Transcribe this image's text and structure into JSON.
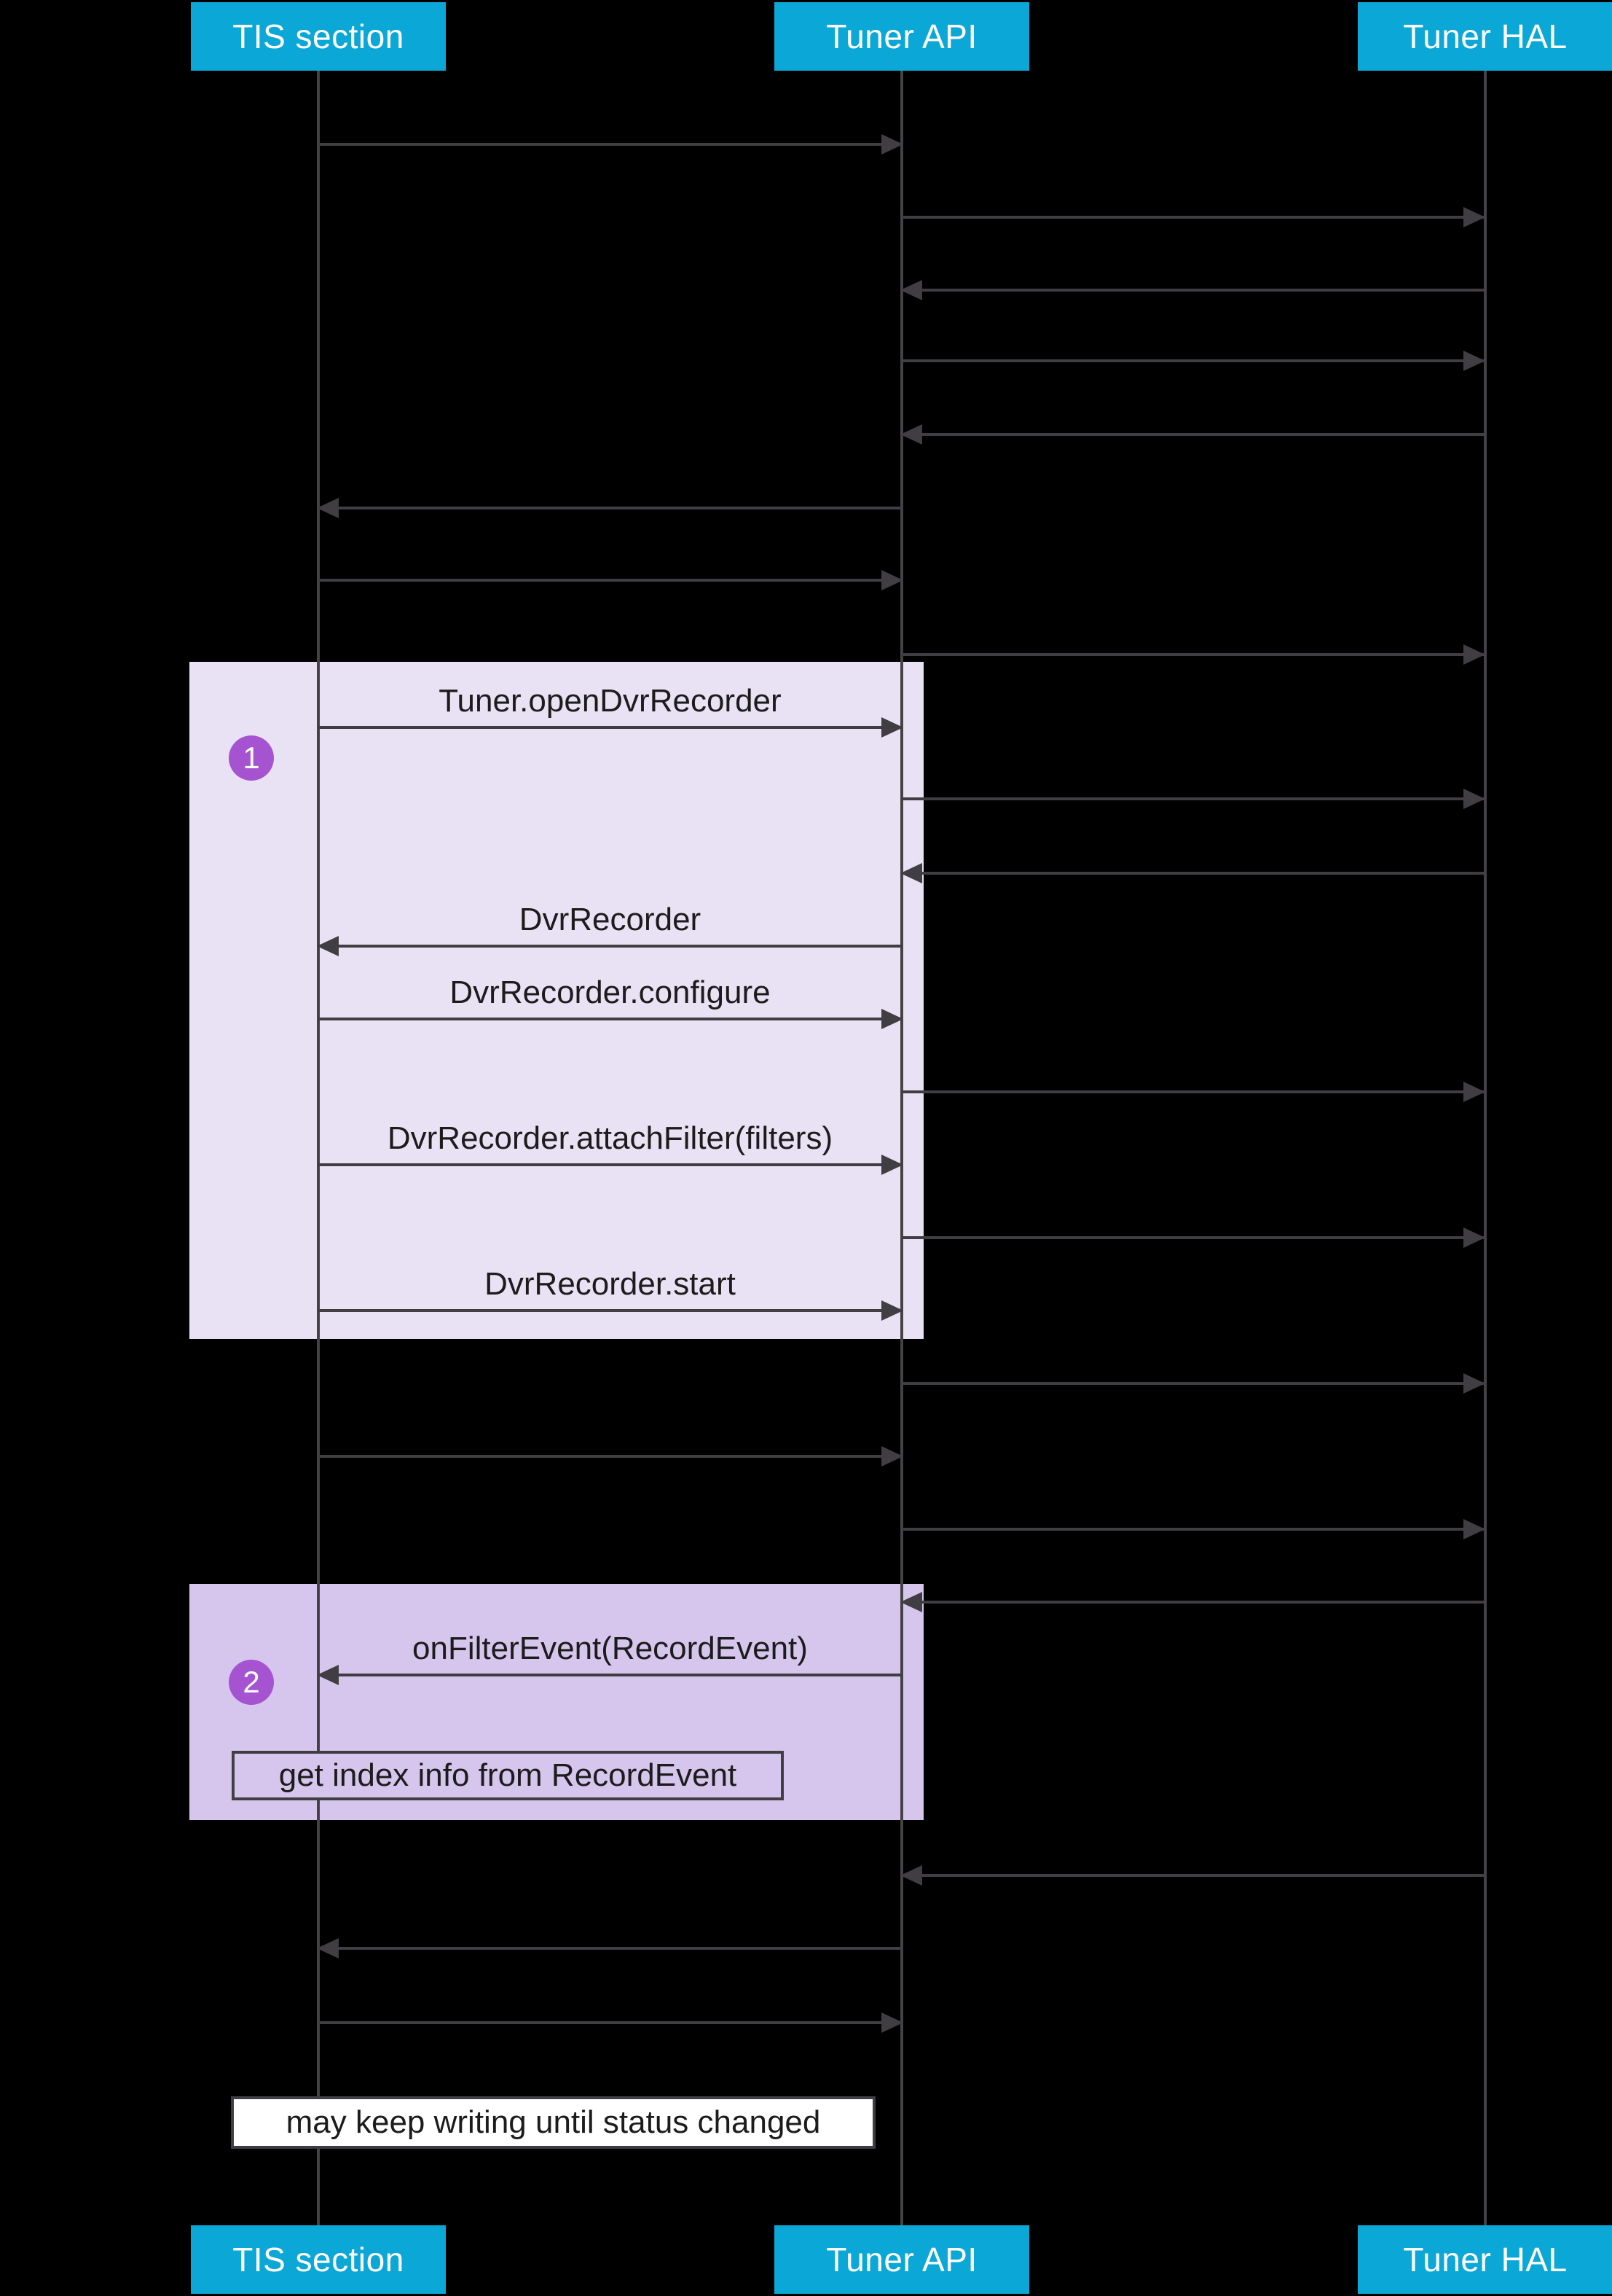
{
  "participants": [
    {
      "label": "TIS section"
    },
    {
      "label": "Tuner API"
    },
    {
      "label": "Tuner HAL"
    }
  ],
  "badges": {
    "one": "1",
    "two": "2"
  },
  "messages": {
    "open_dvr_recorder": "Tuner.openDvrRecorder",
    "dvr_recorder": "DvrRecorder",
    "configure": "DvrRecorder.configure",
    "attach_filter": "DvrRecorder.attachFilter(filters)",
    "start": "DvrRecorder.start",
    "on_filter_event": "onFilterEvent(RecordEvent)"
  },
  "notes": {
    "get_index_info": "get index info from RecordEvent",
    "keep_writing": "may keep writing until status changed"
  },
  "colors": {
    "background": "#000000",
    "participant_fill": "#0ba7d6",
    "participant_text": "#ffffff",
    "lifeline": "#444246",
    "arrow": "#403e42",
    "group1_fill": "#e9e1f4",
    "group2_fill": "#d6c6ed",
    "badge_fill": "#a653d1",
    "badge_text": "#ffffff",
    "message_text": "#1c1c1c",
    "note_border": "#403e42",
    "note2_fill": "#ffffff"
  }
}
